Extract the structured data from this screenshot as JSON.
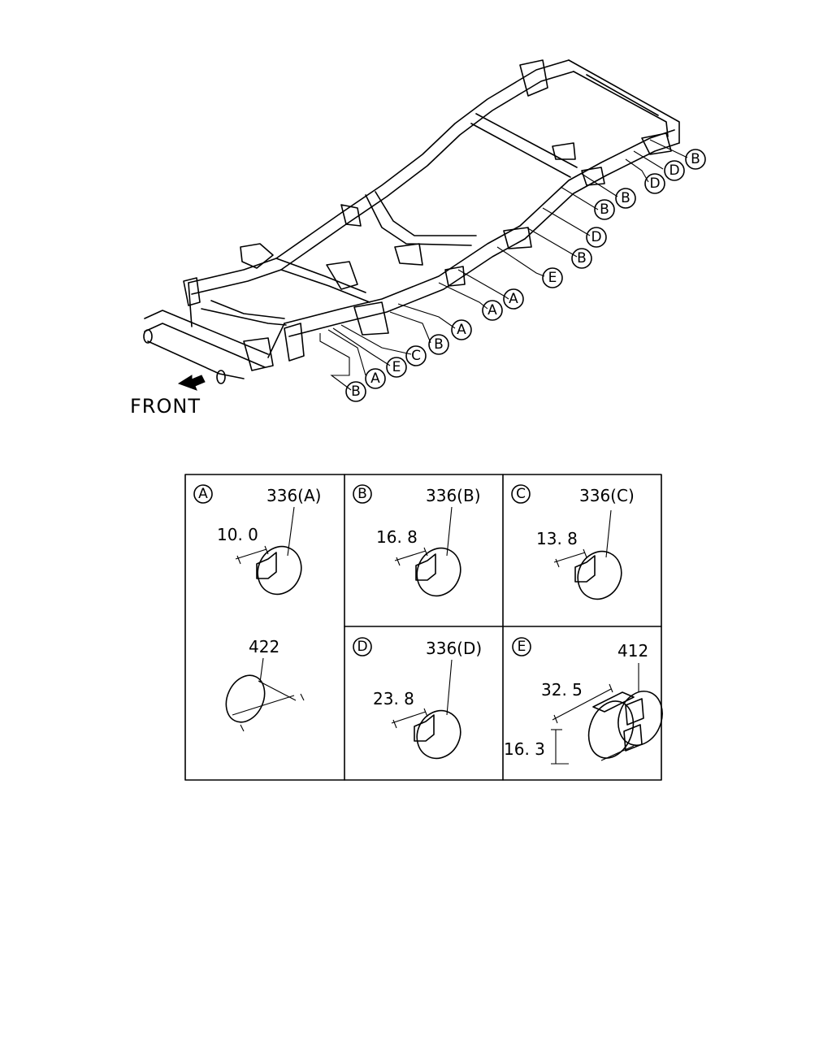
{
  "diagram": {
    "front_label": "FRONT",
    "callouts": [
      "B",
      "D",
      "D",
      "B",
      "B",
      "D",
      "B",
      "E",
      "A",
      "A",
      "A",
      "B",
      "C",
      "E",
      "A",
      "B"
    ],
    "panels": [
      {
        "letter": "A",
        "part": "336(A)",
        "dimension": "10. 0",
        "extra_part": "422"
      },
      {
        "letter": "B",
        "part": "336(B)",
        "dimension": "16. 8"
      },
      {
        "letter": "C",
        "part": "336(C)",
        "dimension": "13. 8"
      },
      {
        "letter": "D",
        "part": "336(D)",
        "dimension": "23. 8"
      },
      {
        "letter": "E",
        "part": "412",
        "dimension": "32. 5",
        "dimension2": "16. 3"
      }
    ]
  }
}
